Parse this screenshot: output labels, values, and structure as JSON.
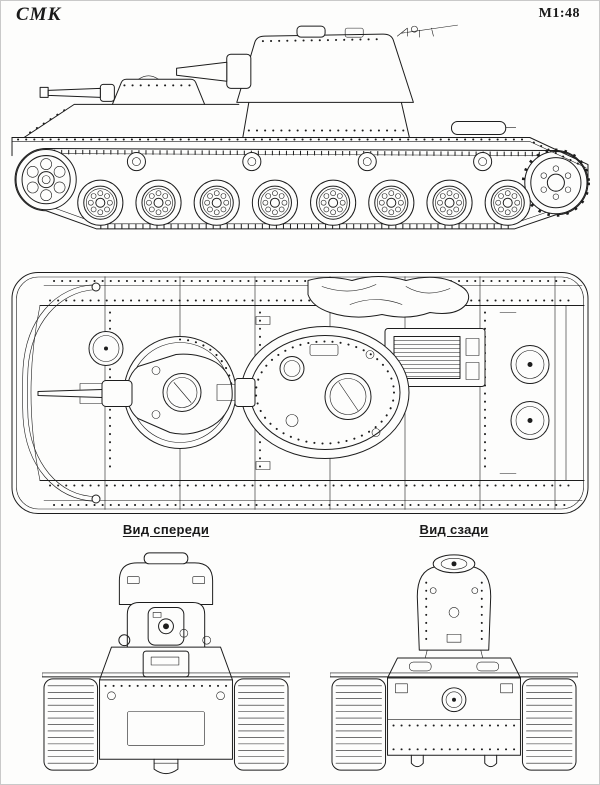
{
  "header": {
    "model_label": "СМК",
    "scale_label": "M1:48"
  },
  "captions": {
    "front_view": "Вид спереди",
    "rear_view": "Вид сзади"
  },
  "colors": {
    "ink": "#1d1d1d",
    "paper": "#fdfdfc"
  }
}
